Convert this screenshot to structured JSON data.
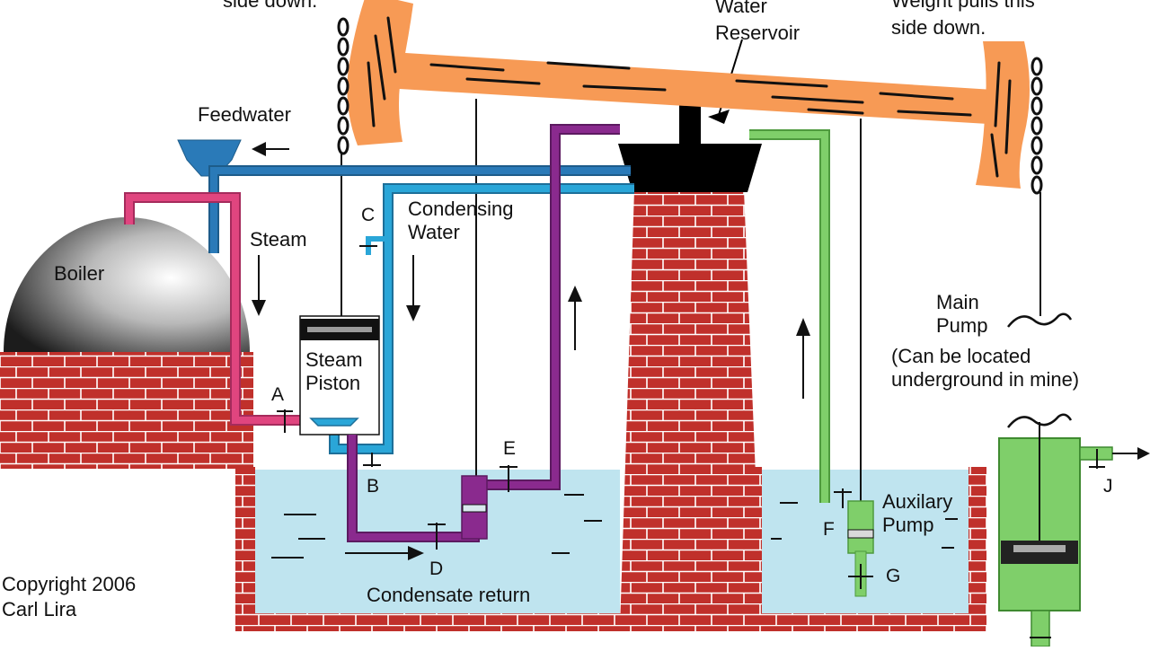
{
  "labels": {
    "top_left_fragment": "side down.",
    "water_reservoir_line1": "Water",
    "water_reservoir_line2": "Reservoir",
    "weight_line1": "Weight pulls this",
    "weight_line2": "side down.",
    "feedwater": "Feedwater",
    "steam": "Steam",
    "boiler": "Boiler",
    "condensing_line1": "Condensing",
    "condensing_line2": "Water",
    "steam_piston_line1": "Steam",
    "steam_piston_line2": "Piston",
    "main_pump_line1": "Main",
    "main_pump_line2": "Pump",
    "main_pump_note_line1": "(Can be located",
    "main_pump_note_line2": "underground in mine)",
    "auxiliary_pump_line1": "Auxilary",
    "auxiliary_pump_line2": "Pump",
    "condensate_return": "Condensate return",
    "copyright_line1": "Copyright 2006",
    "copyright_line2": "Carl Lira"
  },
  "valves": {
    "a": "A",
    "b": "B",
    "c": "C",
    "d": "D",
    "e": "E",
    "f": "F",
    "g": "G",
    "j": "J"
  },
  "colors": {
    "beam": "#f79a55",
    "brick": "#c0302b",
    "water": "#bfe4ef",
    "feedwater_pipe": "#2a7ab8",
    "condensing_pipe": "#2aa6d8",
    "steam_pipe": "#e0457f",
    "condensate_pipe": "#8a2a8e",
    "pump_green": "#7fcf6a"
  }
}
